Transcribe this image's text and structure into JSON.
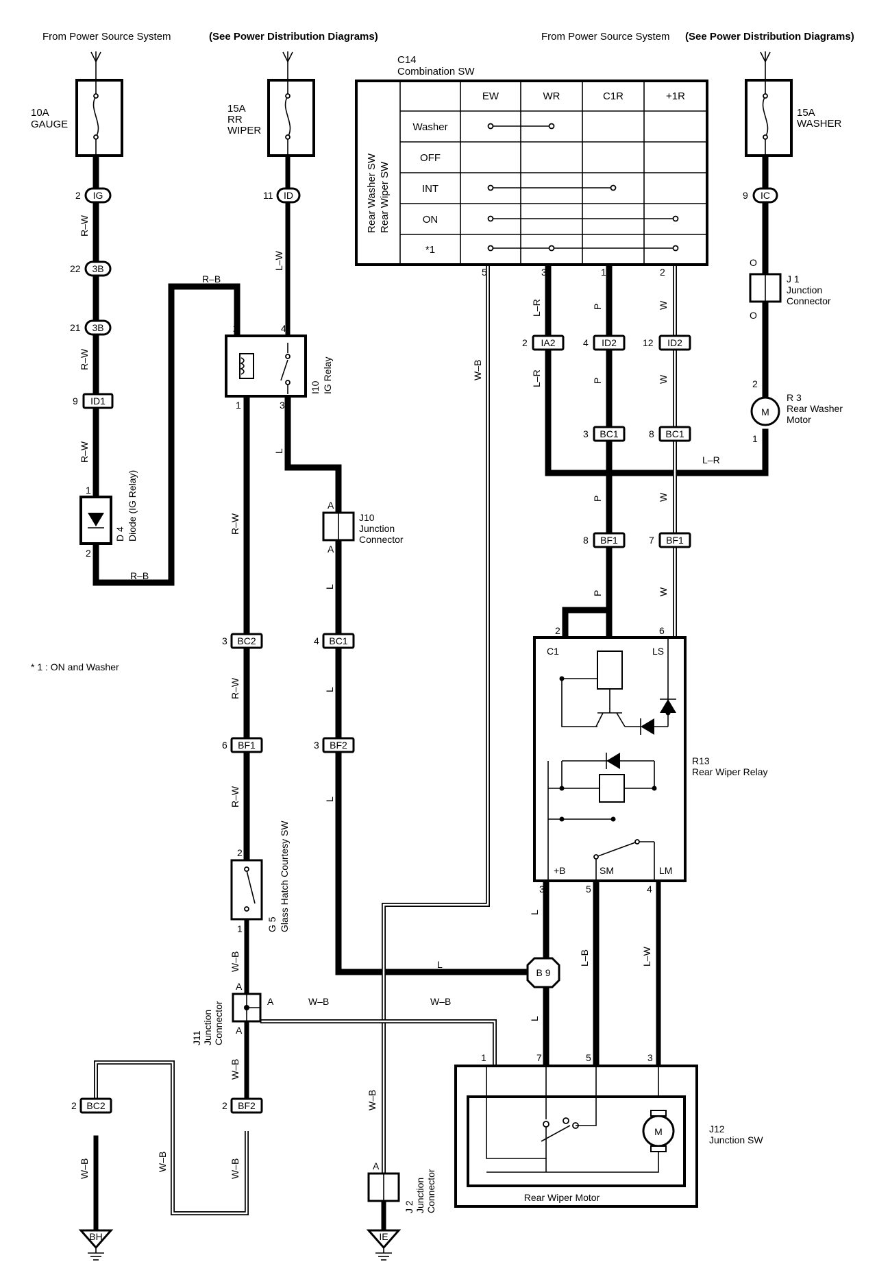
{
  "header": {
    "left_source": "From Power Source System",
    "left_source_bold": "(See Power Distribution Diagrams)",
    "right_source": "From Power Source System",
    "right_source_bold": "(See Power Distribution Diagrams)"
  },
  "fuses": {
    "gauge": {
      "amp": "10A",
      "name": "GAUGE"
    },
    "rr_wiper": {
      "amp": "15A",
      "name1": "RR",
      "name2": "WIPER"
    },
    "washer": {
      "amp": "15A",
      "name": "WASHER"
    }
  },
  "combination_switch": {
    "id": "C14",
    "name": "Combination SW",
    "side_label_1": "Rear Washer SW",
    "side_label_2": "Rear Wiper SW",
    "columns": [
      "EW",
      "WR",
      "C1R",
      "+1R"
    ],
    "rows": [
      "Washer",
      "OFF",
      "INT",
      "ON",
      "*1"
    ],
    "pins": [
      "5",
      "3",
      "1",
      "2"
    ]
  },
  "connectors": {
    "ig_2": {
      "pin": "2",
      "code": "IG"
    },
    "3b_22": {
      "pin": "22",
      "code": "3B"
    },
    "3b_21": {
      "pin": "21",
      "code": "3B"
    },
    "id1_9": {
      "pin": "9",
      "code": "ID1"
    },
    "id_11": {
      "pin": "11",
      "code": "ID"
    },
    "ic_9": {
      "pin": "9",
      "code": "IC"
    },
    "ia2_2": {
      "pin": "2",
      "code": "IA2"
    },
    "id2_4": {
      "pin": "4",
      "code": "ID2"
    },
    "id2_12": {
      "pin": "12",
      "code": "ID2"
    },
    "bc1_3": {
      "pin": "3",
      "code": "BC1"
    },
    "bc1_8": {
      "pin": "8",
      "code": "BC1"
    },
    "bf1_8": {
      "pin": "8",
      "code": "BF1"
    },
    "bf1_7": {
      "pin": "7",
      "code": "BF1"
    },
    "bc2_3": {
      "pin": "3",
      "code": "BC2"
    },
    "bc1_4": {
      "pin": "4",
      "code": "BC1"
    },
    "bf1_6": {
      "pin": "6",
      "code": "BF1"
    },
    "bf2_3": {
      "pin": "3",
      "code": "BF2"
    },
    "bc2_2": {
      "pin": "2",
      "code": "BC2"
    },
    "bf2_2": {
      "pin": "2",
      "code": "BF2"
    },
    "b9": {
      "code": "B 9"
    }
  },
  "wire_colors": {
    "rw": "R–W",
    "rb": "R–B",
    "lw": "L–W",
    "l": "L",
    "wb": "W–B",
    "lr": "L–R",
    "p": "P",
    "w": "W",
    "o": "O",
    "lb": "L–B"
  },
  "components": {
    "diode": {
      "id": "D 4",
      "name": "Diode (IG Relay)",
      "pin_top": "1",
      "pin_bottom": "2"
    },
    "ig_relay": {
      "id": "I10",
      "name": "IG Relay",
      "pins": [
        "2",
        "4",
        "1",
        "3"
      ]
    },
    "j10": {
      "id": "J10",
      "name1": "Junction",
      "name2": "Connector",
      "pin": "A"
    },
    "j1": {
      "id": "J 1",
      "name1": "Junction",
      "name2": "Connector"
    },
    "rear_washer_motor": {
      "id": "R 3",
      "name1": "Rear Washer",
      "name2": "Motor",
      "pin_top": "2",
      "pin_bottom": "1",
      "symbol": "M"
    },
    "rear_wiper_relay": {
      "id": "R13",
      "name": "Rear Wiper Relay",
      "terminals": [
        "C1",
        "LS",
        "+B",
        "SM",
        "LM"
      ],
      "pins_top": [
        "2",
        "6"
      ],
      "pins_bottom": [
        "3",
        "5",
        "4"
      ]
    },
    "glass_hatch_sw": {
      "id": "G 5",
      "name": "Glass Hatch Courtesy SW",
      "pin_top": "2",
      "pin_bottom": "1"
    },
    "j11": {
      "id": "J11",
      "name1": "Junction",
      "name2": "Connector",
      "pin": "A"
    },
    "j2": {
      "id": "J 2",
      "name1": "Junction",
      "name2": "Connector",
      "pin": "A"
    },
    "rear_wiper_motor": {
      "name": "Rear Wiper Motor",
      "pins": [
        "1",
        "7",
        "5",
        "3"
      ],
      "symbol": "M"
    },
    "j12": {
      "id": "J12",
      "name": "Junction SW"
    }
  },
  "grounds": {
    "bh": "BH",
    "ie": "IE"
  },
  "footnote": "* 1 : ON and Washer"
}
